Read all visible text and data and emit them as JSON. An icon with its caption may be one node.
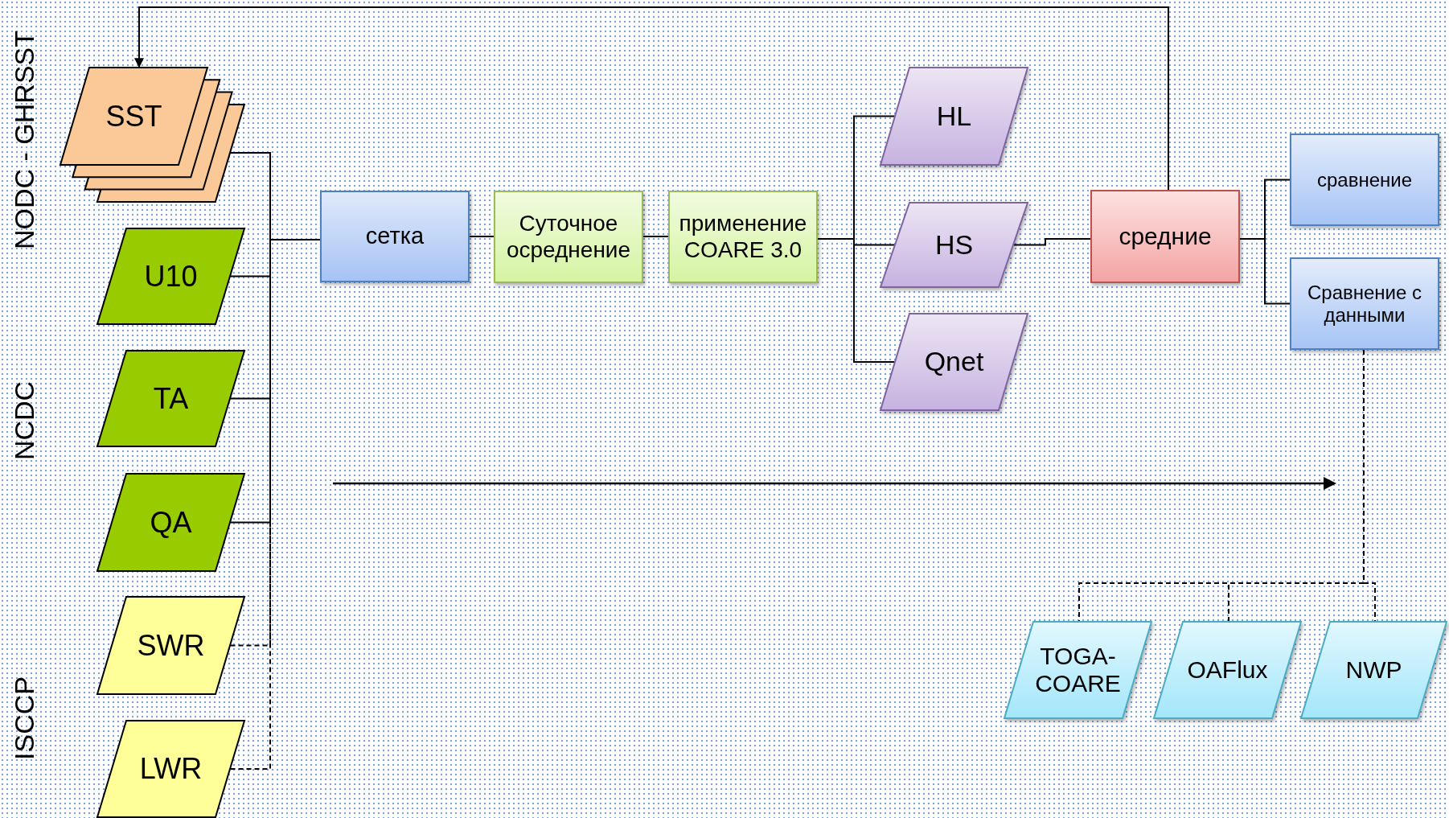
{
  "diagram": {
    "nodes": [
      {
        "text": [
          "SST"
        ]
      },
      {
        "text": [
          "U10"
        ]
      },
      {
        "text": [
          "TA"
        ]
      },
      {
        "text": [
          "QA"
        ]
      },
      {
        "text": [
          "SWR"
        ]
      },
      {
        "text": [
          "LWR"
        ]
      },
      {
        "text": [
          "сетка"
        ]
      },
      {
        "text": [
          "Суточное осреднение"
        ]
      },
      {
        "text": [
          "применение COARE 3.0"
        ]
      },
      {
        "text": [
          "HL"
        ]
      },
      {
        "text": [
          "HS"
        ]
      },
      {
        "text": [
          "Qnet"
        ]
      },
      {
        "text": [
          "средние"
        ]
      },
      {
        "text": [
          "сравнение"
        ]
      },
      {
        "text": [
          "Сравнение с данными"
        ]
      },
      {
        "text": [
          "TOGA- COARE"
        ]
      },
      {
        "text": [
          "OAFlux"
        ]
      },
      {
        "text": [
          "NWP"
        ]
      }
    ],
    "edges": [
      {
        "from": 0,
        "to": 6,
        "arrow": "none"
      },
      {
        "from": 1,
        "to": 6,
        "arrow": "none"
      },
      {
        "from": 2,
        "to": 6,
        "arrow": "none"
      },
      {
        "from": 3,
        "to": 6,
        "arrow": "none"
      },
      {
        "from": 4,
        "to": 6,
        "arrow": "none",
        "style": "dashed"
      },
      {
        "from": 5,
        "to": 6,
        "arrow": "none",
        "style": "dashed"
      },
      {
        "from": 6,
        "to": 7,
        "arrow": "none"
      },
      {
        "from": 7,
        "to": 8,
        "arrow": "none"
      },
      {
        "from": 8,
        "to": 9,
        "arrow": "none"
      },
      {
        "from": 8,
        "to": 10,
        "arrow": "none"
      },
      {
        "from": 8,
        "to": 11,
        "arrow": "none"
      },
      {
        "from": 10,
        "to": 12,
        "arrow": "none"
      },
      {
        "from": 12,
        "to": 13,
        "arrow": "none"
      },
      {
        "from": 12,
        "to": 14,
        "arrow": "none"
      },
      {
        "from": 14,
        "to": 15,
        "arrow": "none",
        "style": "dashed"
      },
      {
        "from": 14,
        "to": 16,
        "arrow": "none",
        "style": "dashed"
      },
      {
        "from": 14,
        "to": 17,
        "arrow": "none",
        "style": "dashed"
      },
      {
        "from": 12,
        "to": 0,
        "arrow": "to"
      }
    ],
    "labels": [
      "NODC - GHRSST",
      "NCDC",
      "ISCCP"
    ]
  }
}
